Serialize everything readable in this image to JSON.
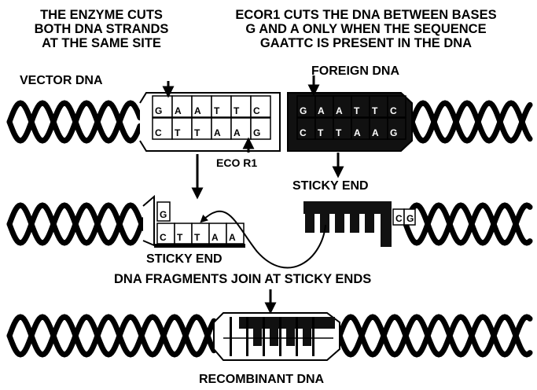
{
  "labels": {
    "enzyme_note": [
      "THE ENZYME CUTS",
      "BOTH DNA STRANDS",
      "AT THE SAME SITE"
    ],
    "ecor1_note": [
      "ECOR1 CUTS THE DNA BETWEEN BASES",
      "G AND A ONLY WHEN THE SEQUENCE",
      "GAATTC IS PRESENT IN THE DNA"
    ],
    "vector_dna": "VECTOR DNA",
    "foreign_dna": "FOREIGN DNA",
    "eco_r1": "ECO R1",
    "sticky_end_right": "STICKY END",
    "sticky_end_left": "STICKY END",
    "join_note": "DNA FRAGMENTS JOIN AT STICKY ENDS",
    "recombinant_dna": "RECOMBINANT DNA"
  },
  "sequences": {
    "top_strand": [
      "G",
      "A",
      "A",
      "T",
      "T",
      "C"
    ],
    "bottom_strand": [
      "C",
      "T",
      "T",
      "A",
      "A",
      "G"
    ],
    "vector_sticky_top": [
      "G"
    ],
    "vector_sticky_bottom": [
      "C",
      "T",
      "T",
      "A",
      "A"
    ],
    "foreign_sticky_bottom": [
      "C",
      "G"
    ]
  }
}
